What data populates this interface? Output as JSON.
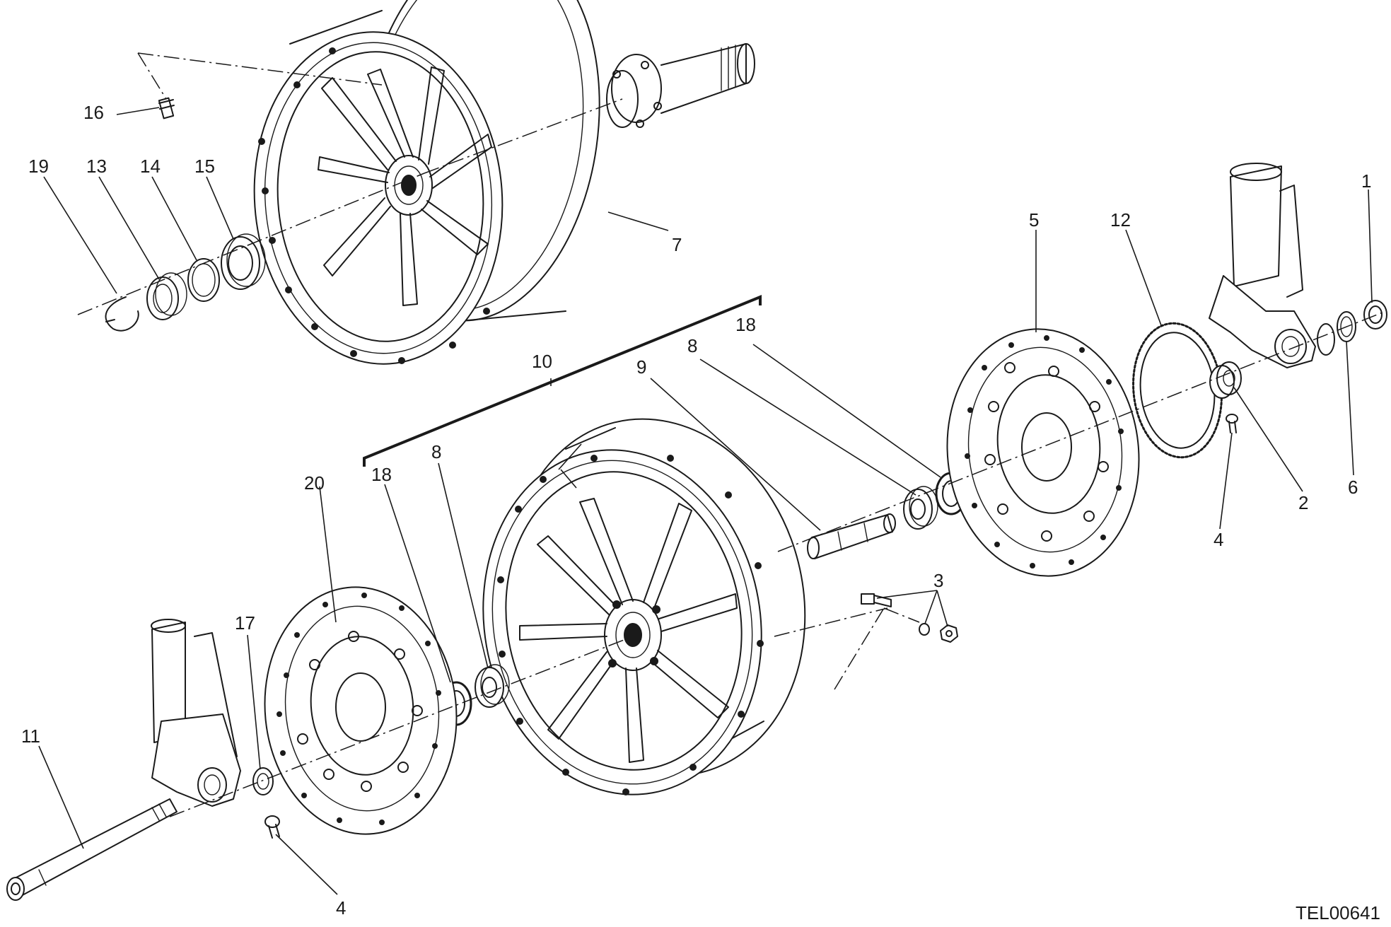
{
  "diagram": {
    "reference_code": "TEL00641",
    "callouts": [
      {
        "id": "c1",
        "label": "1"
      },
      {
        "id": "c2",
        "label": "2"
      },
      {
        "id": "c3",
        "label": "3"
      },
      {
        "id": "c4a",
        "label": "4"
      },
      {
        "id": "c4b",
        "label": "4"
      },
      {
        "id": "c5",
        "label": "5"
      },
      {
        "id": "c6",
        "label": "6"
      },
      {
        "id": "c7",
        "label": "7"
      },
      {
        "id": "c8a",
        "label": "8"
      },
      {
        "id": "c8b",
        "label": "8"
      },
      {
        "id": "c9",
        "label": "9"
      },
      {
        "id": "c10",
        "label": "10"
      },
      {
        "id": "c11",
        "label": "11"
      },
      {
        "id": "c12",
        "label": "12"
      },
      {
        "id": "c13",
        "label": "13"
      },
      {
        "id": "c14",
        "label": "14"
      },
      {
        "id": "c15",
        "label": "15"
      },
      {
        "id": "c16",
        "label": "16"
      },
      {
        "id": "c17",
        "label": "17"
      },
      {
        "id": "c18a",
        "label": "18"
      },
      {
        "id": "c18b",
        "label": "18"
      },
      {
        "id": "c19",
        "label": "19"
      },
      {
        "id": "c20",
        "label": "20"
      }
    ],
    "line_color": "#1a1a1a",
    "background_color": "#ffffff"
  }
}
